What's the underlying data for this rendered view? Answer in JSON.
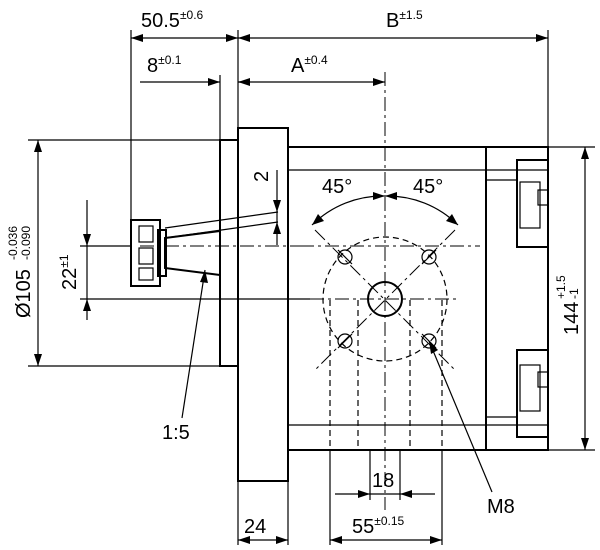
{
  "dimensions": {
    "overall_depth": {
      "value": "50.5",
      "tolerance": "±0.6"
    },
    "pilot_depth": {
      "value": "8",
      "tolerance": "±0.1"
    },
    "port_a": {
      "value": "A",
      "tolerance": "±0.4"
    },
    "port_b": {
      "value": "B",
      "tolerance": "±1.5"
    },
    "pilot_diameter": {
      "value": "Ø105",
      "upper": "-0.036",
      "lower": "-0.090"
    },
    "shaft_offset": {
      "value": "22",
      "tolerance": "±1"
    },
    "height": {
      "value": "144",
      "upper": "+1.5",
      "lower": "-1"
    },
    "angle_left": {
      "value": "45°"
    },
    "angle_right": {
      "value": "45°"
    },
    "key_size": {
      "value": "2"
    },
    "taper": {
      "value": "1:5"
    },
    "flange_width": {
      "value": "24"
    },
    "port_spacing": {
      "value": "18"
    },
    "bolt_spacing": {
      "value": "55",
      "tolerance": "±0.15"
    },
    "thread": {
      "value": "M8"
    }
  }
}
